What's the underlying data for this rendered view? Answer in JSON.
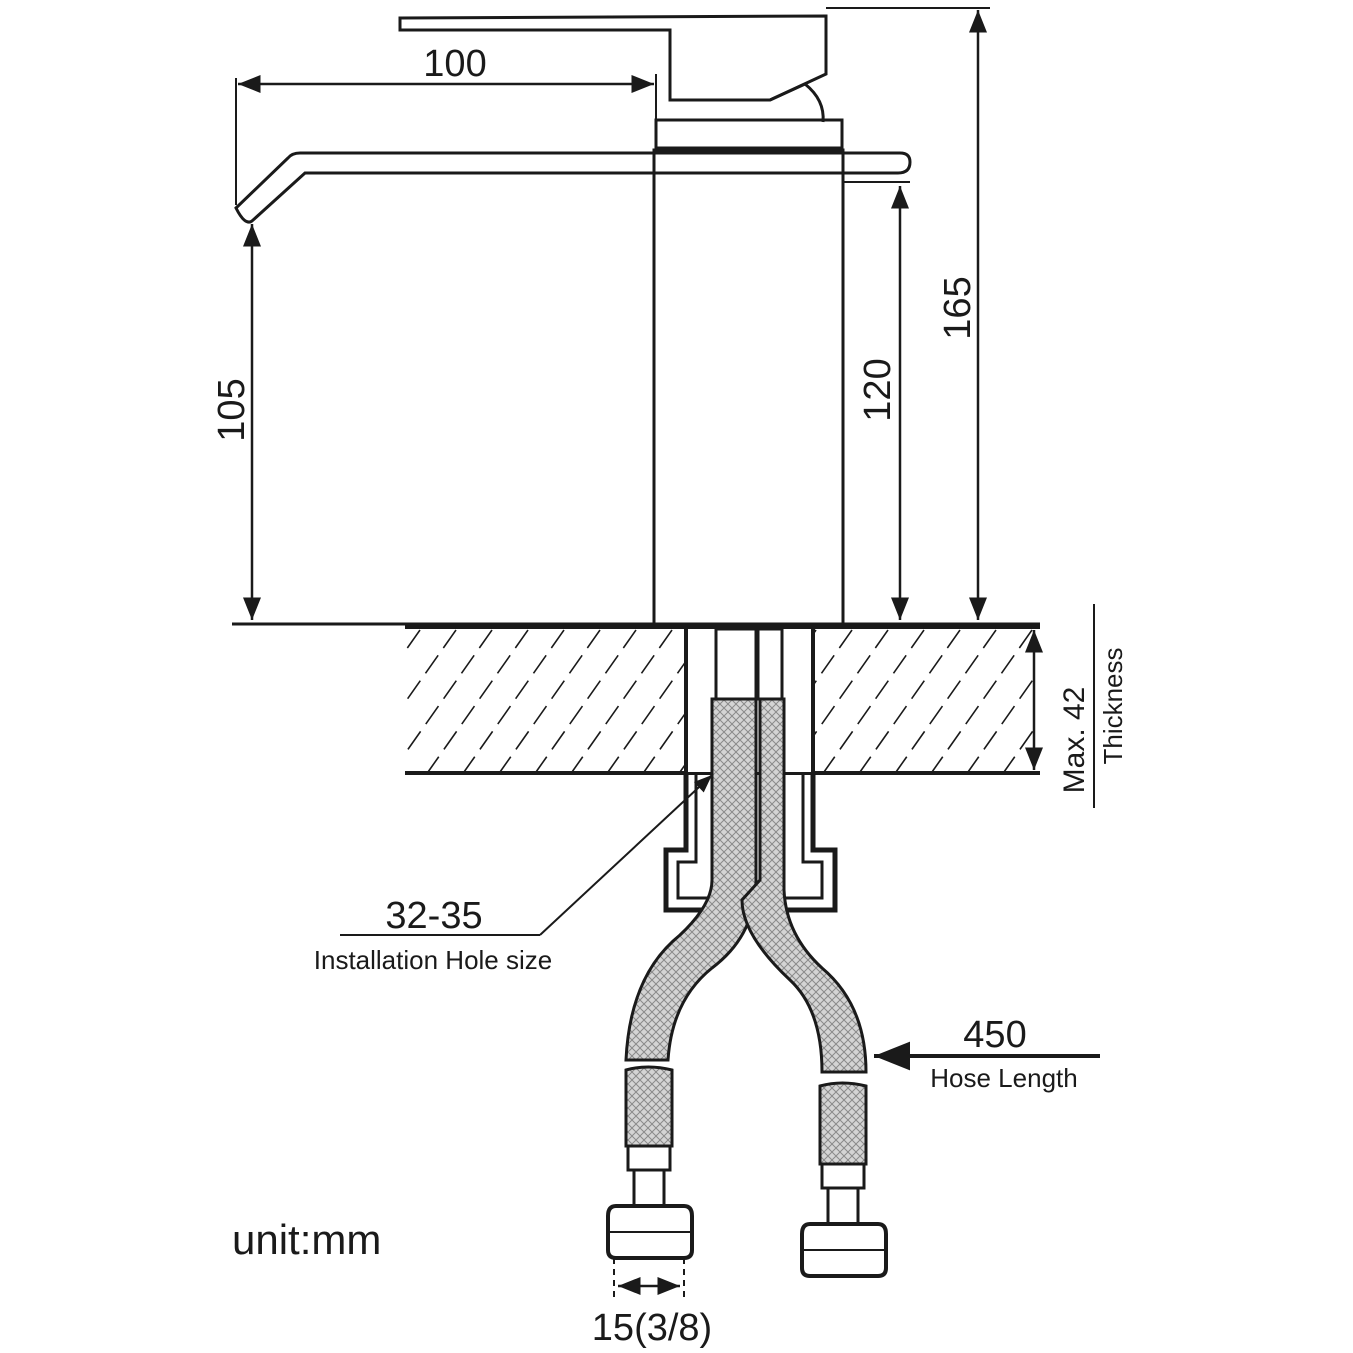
{
  "dimensions": {
    "spout_reach": "100",
    "spout_height": "105",
    "body_height": "120",
    "total_height": "165",
    "max_thickness_value": "Max. 42",
    "thickness_label": "Thickness",
    "hole_size_value": "32-35",
    "hole_size_label": "Installation Hole size",
    "hose_length_value": "450",
    "hose_length_label": "Hose Length",
    "connector_size": "15(3/8)"
  },
  "unit_label": "unit:mm",
  "colors": {
    "line": "#1a1a1a",
    "hose_fill": "#c8c8c8",
    "background": "#ffffff"
  }
}
